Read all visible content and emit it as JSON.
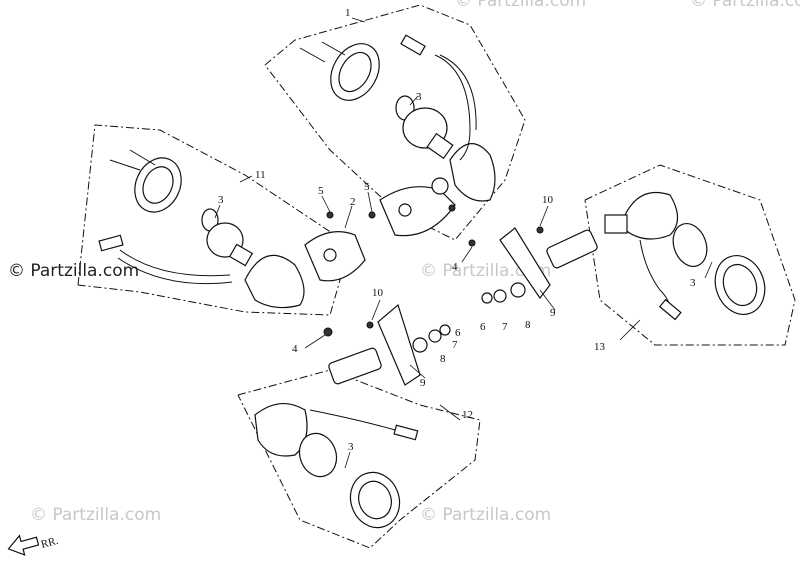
{
  "watermarks": {
    "left": "© Partzilla.com",
    "top": "© Partzilla.com",
    "mid": "© Partzilla.com",
    "right": "© Partzilla.com",
    "bottom_left": "© Partzilla.com",
    "bottom_right": "© Partzilla.com"
  },
  "direction_label": "RR.",
  "callouts": {
    "c1": "1",
    "c2": "2",
    "c3a": "3",
    "c3b": "3",
    "c3c": "3",
    "c3d": "3",
    "c4a": "4",
    "c4b": "4",
    "c5a": "5",
    "c5b": "5",
    "c6a": "6",
    "c6b": "6",
    "c7a": "7",
    "c7b": "7",
    "c8a": "8",
    "c8b": "8",
    "c9a": "9",
    "c9b": "9",
    "c10a": "10",
    "c10b": "10",
    "c11": "11",
    "c12": "12",
    "c13": "13"
  }
}
